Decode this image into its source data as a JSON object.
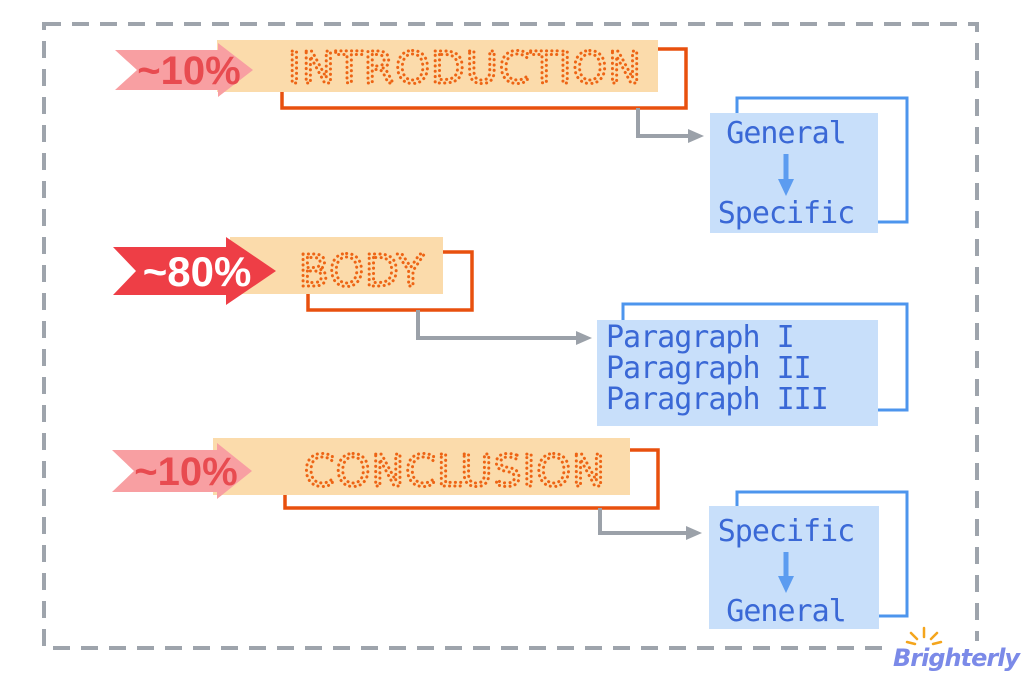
{
  "sections": [
    {
      "percent": "~10%",
      "title": "INTRODUCTION",
      "lines": [
        "General",
        "Specific"
      ],
      "internal_flow": "down-arrow"
    },
    {
      "percent": "~80%",
      "title": "BODY",
      "lines": [
        "Paragraph I",
        "Paragraph II",
        "Paragraph III"
      ],
      "internal_flow": "none"
    },
    {
      "percent": "~10%",
      "title": "CONCLUSION",
      "lines": [
        "Specific",
        "General"
      ],
      "internal_flow": "down-arrow"
    }
  ],
  "logo": {
    "text": "Brighterly"
  },
  "icons": {
    "connector": "elbow-right-arrow",
    "flow": "down-arrow",
    "logo_accent": "sparkle"
  },
  "colors": {
    "border_gray": "#9EA4AC",
    "arrow_gray": "#9BA1A9",
    "pink": "#F89FA2",
    "red": "#EE3E46",
    "crimson": "#E84B50",
    "peach": "#FBDBAB",
    "orange_dot": "#ED6414",
    "orange_outline": "#E8500E",
    "blue_fill": "#C8DFFA",
    "blue_stroke": "#4D95ED",
    "blue_text": "#3A68D6",
    "blue_arrow": "#5C9CF0",
    "logo_blue": "#7B8AE8",
    "sparkle": "#F4A51C"
  }
}
